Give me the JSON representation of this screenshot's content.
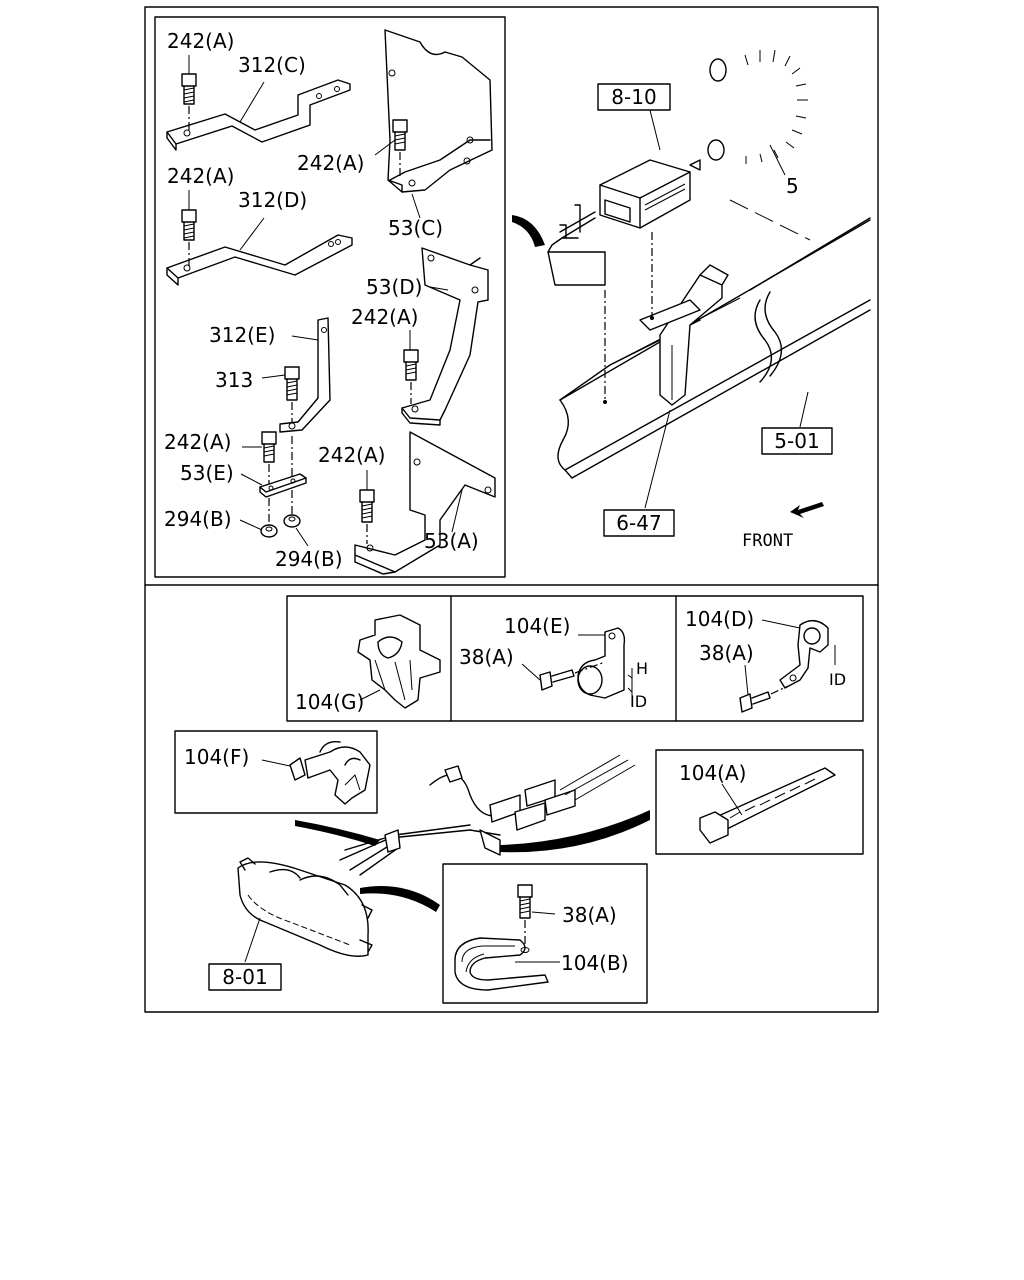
{
  "labels": {
    "l242a_1": "242(A)",
    "l312c": "312(C)",
    "l242a_2": "242(A)",
    "l53c": "53(C)",
    "l242a_3": "242(A)",
    "l312d": "312(D)",
    "l53d": "53(D)",
    "l242a_4": "242(A)",
    "l312e": "312(E)",
    "l313": "313",
    "l242a_5": "242(A)",
    "l242a_6": "242(A)",
    "l53e": "53(E)",
    "l294b_1": "294(B)",
    "l294b_2": "294(B)",
    "l53a": "53(A)",
    "ref_8_10": "8-10",
    "l5": "5",
    "ref_5_01": "5-01",
    "ref_6_47": "6-47",
    "front": "FRONT",
    "l104g": "104(G)",
    "l104e": "104(E)",
    "l38a_1": "38(A)",
    "dim_h": "H",
    "dim_id_1": "ID",
    "l104d": "104(D)",
    "l38a_2": "38(A)",
    "dim_id_2": "ID",
    "l104f": "104(F)",
    "l104a": "104(A)",
    "ref_8_01": "8-01",
    "l38a_3": "38(A)",
    "l104b": "104(B)"
  }
}
